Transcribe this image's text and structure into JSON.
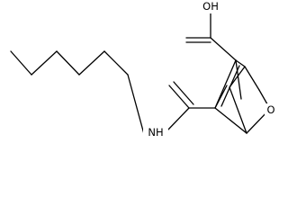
{
  "molecule": {
    "atoms": [
      {
        "id": "hydroxyl",
        "symbol": "OH"
      },
      {
        "id": "ring-oxygen",
        "symbol": "O"
      },
      {
        "id": "amide-nitrogen",
        "symbol": "NH"
      }
    ]
  }
}
